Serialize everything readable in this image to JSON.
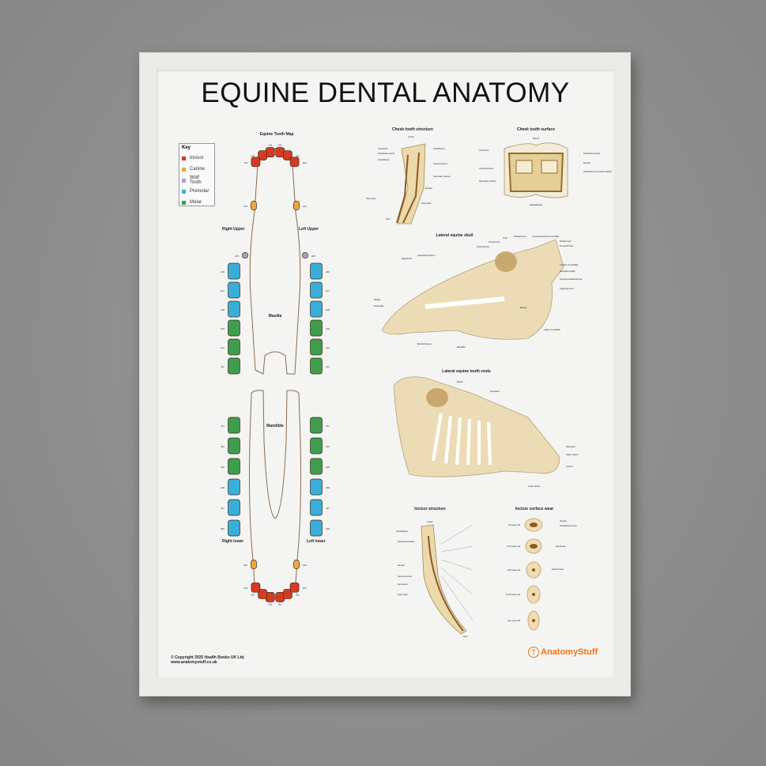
{
  "poster": {
    "title": "EQUINE DENTAL ANATOMY",
    "copyright": "© Copyright 2025 Health Books UK Ltd.",
    "website": "www.anatomystuff.co.uk",
    "logo_text": "AnatomyStuff",
    "logo_color": "#e8761e"
  },
  "tooth_map": {
    "title": "Equine Tooth Map",
    "key": {
      "title": "Key",
      "items": [
        {
          "label": "Incisor",
          "color": "#d63b22"
        },
        {
          "label": "Canine",
          "color": "#f0a640"
        },
        {
          "label": "Wolf Tooth",
          "color": "#b59ac9"
        },
        {
          "label": "Premolar",
          "color": "#3aaed8"
        },
        {
          "label": "Molar",
          "color": "#3f9e4e"
        }
      ]
    },
    "labels": {
      "right_upper": "Right Upper",
      "left_upper": "Left Upper",
      "maxilla": "Maxilla",
      "mandible": "Mandible",
      "right_lower": "Right lower",
      "left_lower": "Left lower"
    },
    "quadrants": {
      "right_upper": [
        "101",
        "102",
        "103",
        "104",
        "105",
        "106",
        "107",
        "108",
        "109",
        "110",
        "111"
      ],
      "left_upper": [
        "201",
        "202",
        "203",
        "204",
        "205",
        "206",
        "207",
        "208",
        "209",
        "210",
        "211"
      ],
      "left_lower": [
        "301",
        "302",
        "303",
        "304",
        "306",
        "307",
        "308",
        "309",
        "310",
        "311"
      ],
      "right_lower": [
        "401",
        "402",
        "403",
        "404",
        "406",
        "407",
        "408",
        "409",
        "410",
        "411"
      ]
    }
  },
  "cheek_structure": {
    "title": "Cheek tooth structure",
    "labels": [
      "Crown",
      "Cementum",
      "Peripheral enamel",
      "Infundibulum",
      "Infundibulum",
      "Central enamel",
      "Secondary dentine",
      "Dentine",
      "Pulp cavity",
      "Pulp cavity",
      "Root"
    ]
  },
  "cheek_surface": {
    "title": "Cheek tooth surface",
    "labels": [
      "Buccal",
      "Cementum",
      "Peripheral enamel",
      "Dentine",
      "Central enamel",
      "Infundibulum (cementum filled)",
      "Secondary dentine",
      "Palatal/lingual"
    ]
  },
  "lateral_skull": {
    "title": "Lateral equine skull",
    "labels": [
      "Parietal bone",
      "Coronoid process of mandible",
      "Orbit",
      "Frontal bone",
      "Lacrimal bone",
      "Nuchal crest",
      "Temporal bone",
      "Infraorbital foramen",
      "Nasal bone",
      "Condyle of mandible",
      "Occipital condyle",
      "Temporomandibular joint",
      "Zygomatic arch",
      "Maxilla",
      "Premaxilla",
      "Ramus",
      "Angle of mandible",
      "Mental foramen",
      "Mandible"
    ]
  },
  "tooth_roots": {
    "title": "Lateral equine tooth roots",
    "labels": [
      "Molars",
      "Premolars",
      "Wolf tooth",
      "Upper canine",
      "Incisors",
      "Lower canine"
    ]
  },
  "incisor_structure": {
    "title": "Incisor structure",
    "labels": [
      "Crown",
      "Infundibulum",
      "Peripheral enamel",
      "Dentine",
      "Central enamel",
      "Cementum",
      "Pulp cavity",
      "Root"
    ]
  },
  "incisor_wear": {
    "title": "Incisor surface wear",
    "ages": [
      "5-6 years old",
      "8-10 years old",
      "9-15 years old",
      "15-20 years old",
      "20+ years old"
    ],
    "labels": [
      "Dentine",
      "Infundibulum (cup)",
      "Dental star",
      "Enamel Spot"
    ]
  }
}
